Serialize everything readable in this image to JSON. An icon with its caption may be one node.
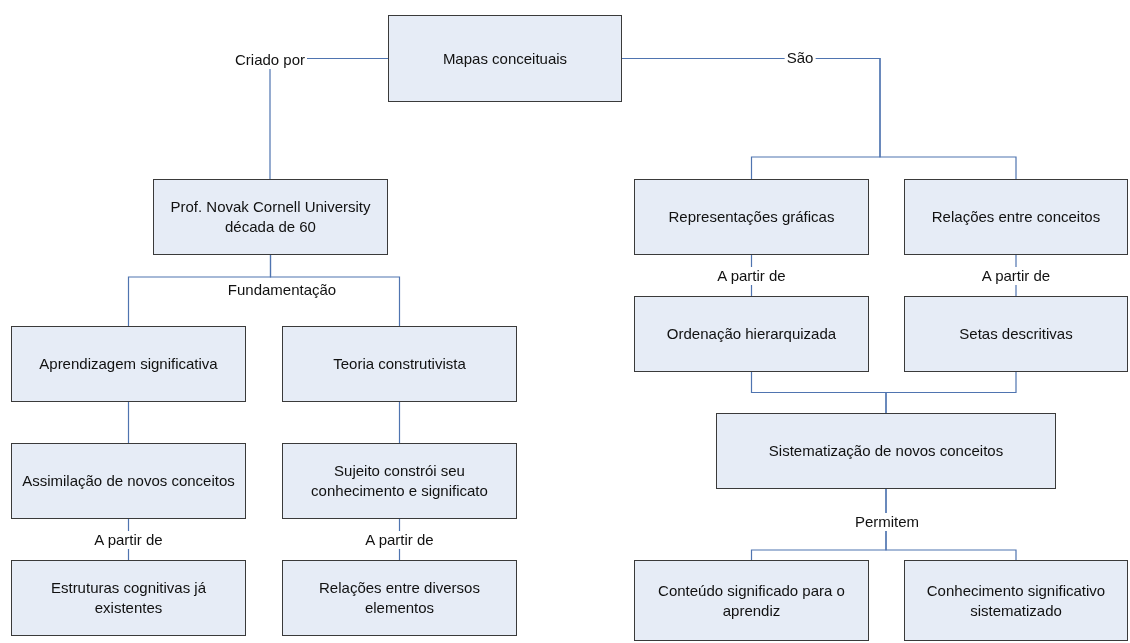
{
  "diagram": {
    "nodes": [
      {
        "text": [
          "Mapas conceituais"
        ]
      },
      {
        "text": [
          "Prof. Novak Cornell University década de 60"
        ]
      },
      {
        "text": [
          "Aprendizagem significativa"
        ]
      },
      {
        "text": [
          "Teoria construtivista"
        ]
      },
      {
        "text": [
          "Assimilação de novos conceitos"
        ]
      },
      {
        "text": [
          "Sujeito constrói seu conhecimento e significato"
        ]
      },
      {
        "text": [
          "Estruturas cognitivas já existentes"
        ]
      },
      {
        "text": [
          "Relações entre diversos elementos"
        ]
      },
      {
        "text": [
          "Representações gráficas"
        ]
      },
      {
        "text": [
          "Relações entre conceitos"
        ]
      },
      {
        "text": [
          "Ordenação hierarquizada"
        ]
      },
      {
        "text": [
          "Setas descritivas"
        ]
      },
      {
        "text": [
          "Sistematização de novos conceitos"
        ]
      },
      {
        "text": [
          "Conteúdo significado para o aprendiz"
        ]
      },
      {
        "text": [
          "Conhecimento significativo sistematizado"
        ]
      }
    ],
    "edges": [
      {
        "from": 0,
        "to": 1,
        "arrow": "none",
        "label": "Criado por"
      },
      {
        "from": 0,
        "to": 8,
        "arrow": "none",
        "label": "São"
      },
      {
        "from": 0,
        "to": 9,
        "arrow": "none"
      },
      {
        "from": 1,
        "to": 2,
        "arrow": "none",
        "label": "Fundamentação"
      },
      {
        "from": 1,
        "to": 3,
        "arrow": "none"
      },
      {
        "from": 2,
        "to": 4,
        "arrow": "none"
      },
      {
        "from": 3,
        "to": 5,
        "arrow": "none"
      },
      {
        "from": 4,
        "to": 6,
        "arrow": "none",
        "label": "A partir de"
      },
      {
        "from": 5,
        "to": 7,
        "arrow": "none",
        "label": "A partir de"
      },
      {
        "from": 8,
        "to": 10,
        "arrow": "none",
        "label": "A partir de"
      },
      {
        "from": 9,
        "to": 11,
        "arrow": "none",
        "label": "A partir de"
      },
      {
        "from": 10,
        "to": 12,
        "arrow": "none"
      },
      {
        "from": 11,
        "to": 12,
        "arrow": "none"
      },
      {
        "from": 12,
        "to": 13,
        "arrow": "none",
        "label": "Permitem"
      },
      {
        "from": 12,
        "to": 14,
        "arrow": "none"
      }
    ]
  }
}
